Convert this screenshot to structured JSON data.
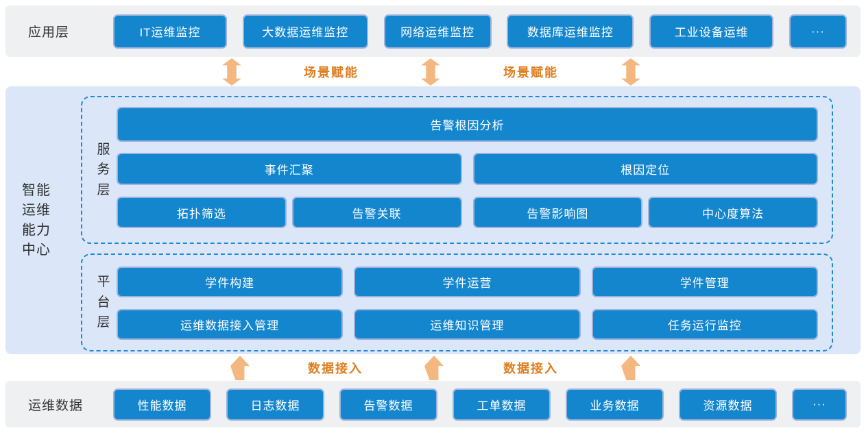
{
  "colors": {
    "node_blue": "#1486ce",
    "node_border": "#9db3de",
    "band_gray": "#eef0f1",
    "band_blue": "#dbe7f8",
    "dashed_border_blue": "#1e88d4",
    "arrow_orange": "#f3b77f",
    "arrow_label_orange": "#dd7e1f",
    "text_dark": "#333333",
    "node_text": "#ffffff"
  },
  "app_layer": {
    "label": "应用层",
    "boxes": [
      "IT运维监控",
      "大数据运维监控",
      "网络运维监控",
      "数据库运维监控",
      "工业设备运维",
      "···"
    ]
  },
  "scene_arrows": {
    "label1": "场景赋能",
    "label2": "场景赋能"
  },
  "center": {
    "title_lines": [
      "智能",
      "运维",
      "能力",
      "中心"
    ],
    "service": {
      "label_chars": [
        "服",
        "务",
        "层"
      ],
      "row1": [
        "告警根因分析"
      ],
      "row2": [
        "事件汇聚",
        "根因定位"
      ],
      "row3": [
        "拓扑筛选",
        "告警关联",
        "告警影响图",
        "中心度算法"
      ]
    },
    "platform": {
      "label_chars": [
        "平",
        "台",
        "层"
      ],
      "row1": [
        "学件构建",
        "学件运营",
        "学件管理"
      ],
      "row2": [
        "运维数据接入管理",
        "运维知识管理",
        "任务运行监控"
      ]
    }
  },
  "data_arrows": {
    "label1": "数据接入",
    "label2": "数据接入"
  },
  "data_layer": {
    "label": "运维数据",
    "boxes": [
      "性能数据",
      "日志数据",
      "告警数据",
      "工单数据",
      "业务数据",
      "资源数据",
      "···"
    ]
  }
}
